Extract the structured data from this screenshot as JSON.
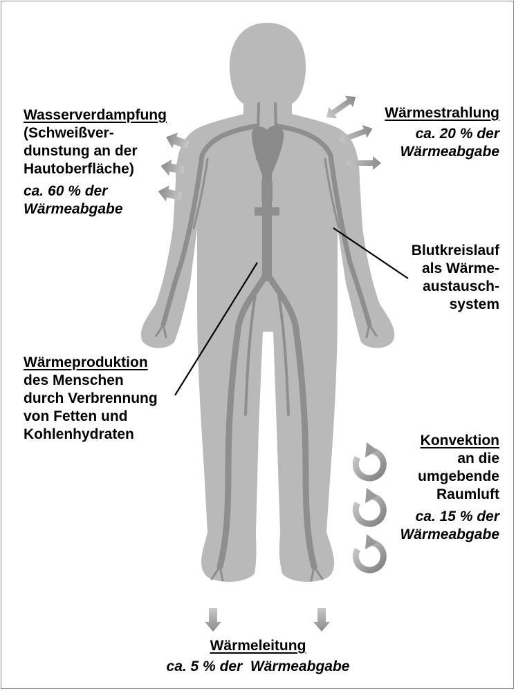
{
  "labels": {
    "wasser": {
      "heading": "Wasserverdampfung",
      "line1": "(Schweißver-",
      "line2": "dunstung an der",
      "line3": "Hautoberfläche)",
      "share1": "ca. 60 % der",
      "share2": "Wärmeabgabe"
    },
    "strahlung": {
      "heading": "Wärmestrahlung",
      "share1": "ca. 20 % der",
      "share2": "Wärmeabgabe"
    },
    "blut": {
      "line1": "Blutkreislauf",
      "line2": "als Wärme-",
      "line3": "austausch-",
      "line4": "system"
    },
    "produktion": {
      "heading": "Wärmeproduktion",
      "line1": "des Menschen",
      "line2": "durch Verbrennung",
      "line3": "von Fetten und",
      "line4": "Kohlenhydraten"
    },
    "konvektion": {
      "heading": "Konvektion",
      "line1": "an die",
      "line2": "umgebende",
      "line3": "Raumluft",
      "share1": "ca. 15 % der",
      "share2": "Wärmeabgabe"
    },
    "leitung": {
      "heading": "Wärmeleitung",
      "share": "ca. 5 % der  Wärmeabgabe"
    }
  },
  "colors": {
    "body": "#b9b9b9",
    "vessels": "#8e8e8e",
    "arrows": "#9a9a9a",
    "frame": "#8a8a8a"
  }
}
